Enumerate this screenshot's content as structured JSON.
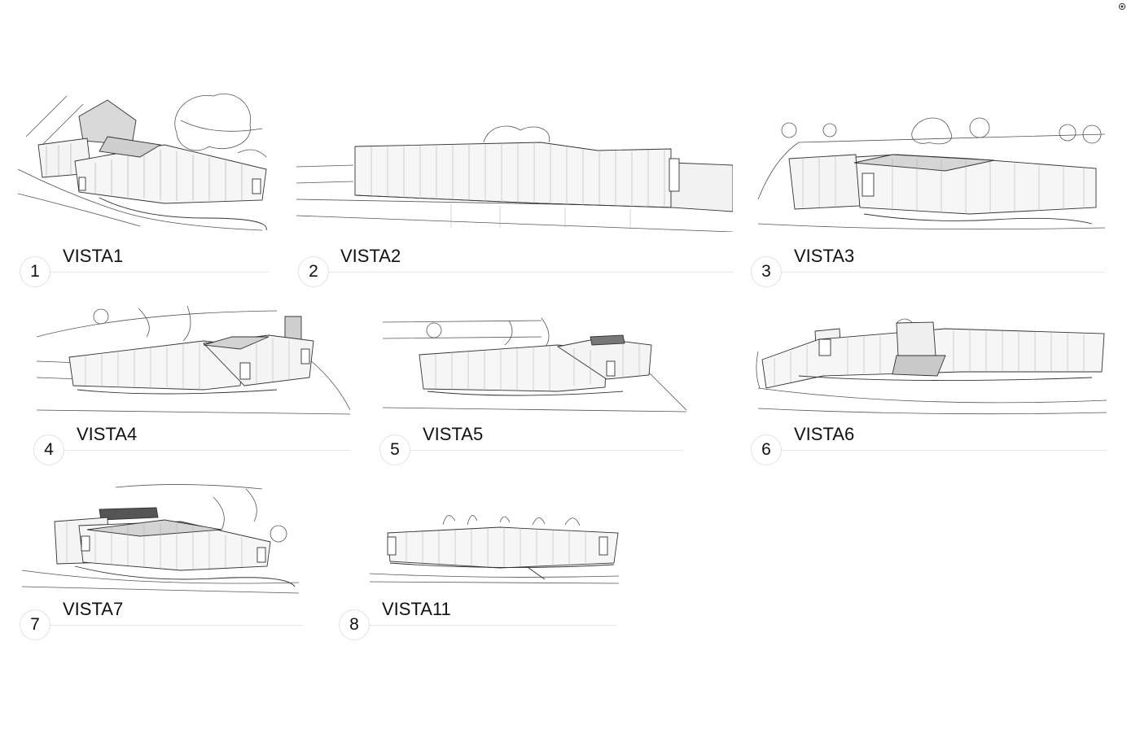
{
  "page": {
    "corner_icon": "target-dot-icon"
  },
  "views": [
    {
      "number": "1",
      "title": "VISTA1",
      "drawing": "elevated-perspective-building-sketch"
    },
    {
      "number": "2",
      "title": "VISTA2",
      "drawing": "long-facade-elevation-sketch"
    },
    {
      "number": "3",
      "title": "VISTA3",
      "drawing": "perspective-building-sketch"
    },
    {
      "number": "4",
      "title": "VISTA4",
      "drawing": "perspective-building-sketch"
    },
    {
      "number": "5",
      "title": "VISTA5",
      "drawing": "perspective-building-sketch"
    },
    {
      "number": "6",
      "title": "VISTA6",
      "drawing": "perspective-building-sketch"
    },
    {
      "number": "7",
      "title": "VISTA7",
      "drawing": "perspective-building-sketch"
    },
    {
      "number": "8",
      "title": "VISTA11",
      "drawing": "perspective-building-sketch"
    }
  ]
}
